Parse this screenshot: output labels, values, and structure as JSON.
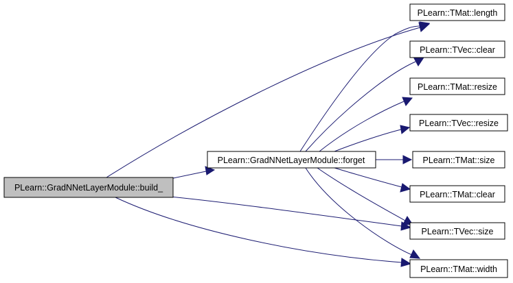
{
  "colors": {
    "edge": "#191970",
    "root_node_fill": "#bfbfbf",
    "node_fill": "#ffffff",
    "node_border": "#000000"
  },
  "nodes": {
    "build": "PLearn::GradNNetLayerModule::build_",
    "forget": "PLearn::GradNNetLayerModule::forget",
    "tmat_length": "PLearn::TMat::length",
    "tvec_clear": "PLearn::TVec::clear",
    "tmat_resize": "PLearn::TMat::resize",
    "tvec_resize": "PLearn::TVec::resize",
    "tmat_size": "PLearn::TMat::size",
    "tmat_clear": "PLearn::TMat::clear",
    "tvec_size": "PLearn::TVec::size",
    "tmat_width": "PLearn::TMat::width"
  },
  "edges": [
    {
      "from": "build",
      "to": "forget"
    },
    {
      "from": "build",
      "to": "tmat_length"
    },
    {
      "from": "build",
      "to": "tvec_size"
    },
    {
      "from": "build",
      "to": "tmat_width"
    },
    {
      "from": "forget",
      "to": "tmat_length"
    },
    {
      "from": "forget",
      "to": "tvec_clear"
    },
    {
      "from": "forget",
      "to": "tmat_resize"
    },
    {
      "from": "forget",
      "to": "tvec_resize"
    },
    {
      "from": "forget",
      "to": "tmat_size"
    },
    {
      "from": "forget",
      "to": "tmat_clear"
    },
    {
      "from": "forget",
      "to": "tvec_size"
    },
    {
      "from": "forget",
      "to": "tmat_width"
    }
  ]
}
